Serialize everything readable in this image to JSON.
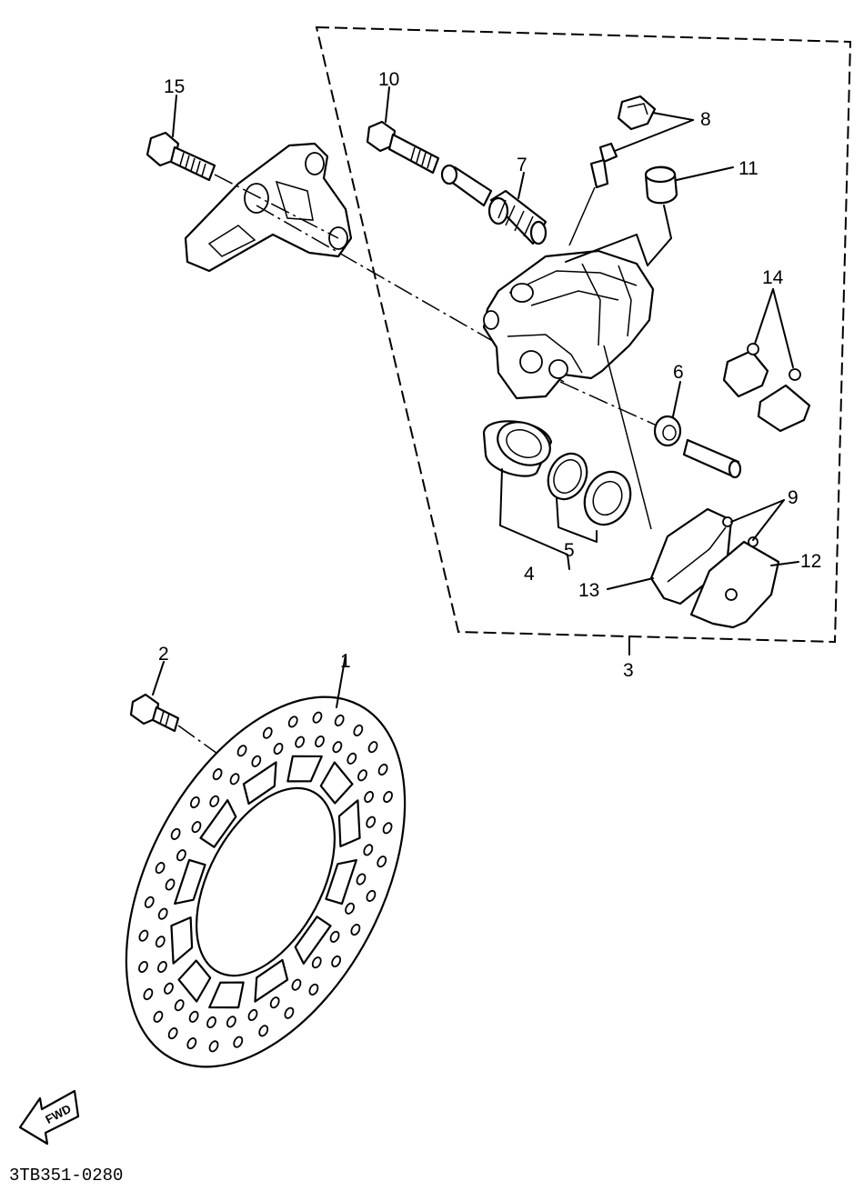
{
  "diagram_code": "3TB351-0280",
  "fwd_label": "FWD",
  "callouts": {
    "c1": "1",
    "c2": "2",
    "c3": "3",
    "c4": "4",
    "c5": "5",
    "c6": "6",
    "c7": "7",
    "c8": "8",
    "c9": "9",
    "c10": "10",
    "c11": "11",
    "c12": "12",
    "c13": "13",
    "c14": "14",
    "c15": "15"
  }
}
